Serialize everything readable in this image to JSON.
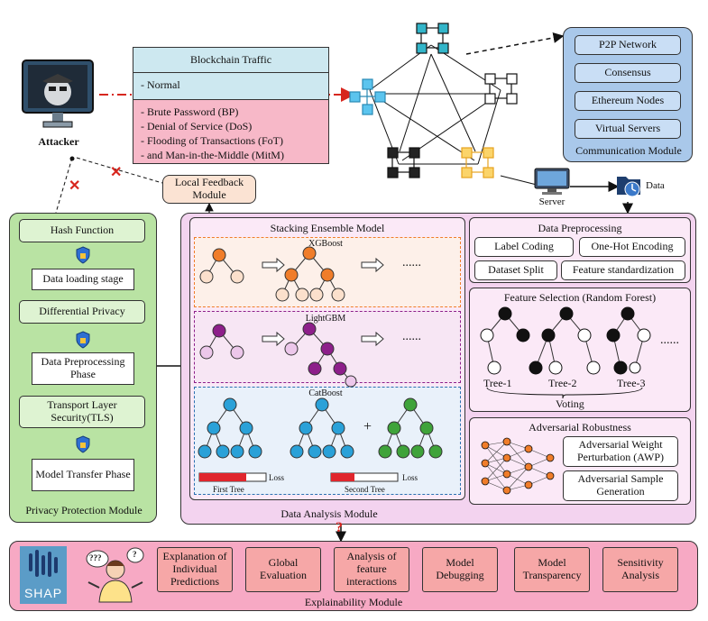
{
  "attacker": {
    "label": "Attacker"
  },
  "traffic": {
    "title": "Blockchain Traffic",
    "normal": "-   Normal",
    "attacks": [
      "-   Brute Password (BP)",
      "-   Denial of Service (DoS)",
      "-   Flooding of Transactions (FoT)",
      "-   and Man-in-the-Middle (MitM)"
    ]
  },
  "communication": {
    "title": "Communication Module",
    "items": [
      "P2P Network",
      "Consensus",
      "Ethereum Nodes",
      "Virtual Servers"
    ]
  },
  "server": {
    "label": "Server",
    "data_label": "Data"
  },
  "feedback": {
    "label": "Local Feedback Module"
  },
  "privacy": {
    "title": "Privacy Protection Module",
    "steps": [
      "Hash Function",
      "Data loading stage",
      "Differential Privacy",
      "Data Preprocessing Phase",
      "Transport Layer Security(TLS)",
      "Model Transfer Phase"
    ]
  },
  "analysis": {
    "title": "Data Analysis Module",
    "stacking": {
      "title": "Stacking Ensemble Model",
      "xgboost": "XGBoost",
      "lightgbm": "LightGBM",
      "catboost": "CatBoost",
      "dots": "......",
      "plus": "+",
      "loss": "Loss",
      "first_tree": "First Tree",
      "second_tree": "Second Tree"
    },
    "preprocessing": {
      "title": "Data Preprocessing",
      "items": [
        "Label Coding",
        "One-Hot Encoding",
        "Dataset Split",
        "Feature standardization"
      ]
    },
    "feature_selection": {
      "title": "Feature Selection (Random Forest)",
      "trees": [
        "Tree-1",
        "Tree-2",
        "Tree-3"
      ],
      "dots": "......",
      "voting": "Voting"
    },
    "adversarial": {
      "title": "Adversarial Robustness",
      "items": [
        "Adversarial Weight Perturbation (AWP)",
        "Adversarial Sample Generation"
      ]
    }
  },
  "question_mark": "?",
  "explainability": {
    "title": "Explainability Module",
    "shap": "SHAP",
    "bubble1": "???",
    "bubble2": "?",
    "items": [
      "Explanation of Individual Predictions",
      "Global Evaluation",
      "Analysis of feature interactions",
      "Model Debugging",
      "Model Transparency",
      "Sensitivity Analysis"
    ]
  },
  "colors": {
    "traffic_header": "#cde8f0",
    "traffic_attack": "#f7b8c8",
    "communication_bg": "#a9c8ea",
    "privacy_bg": "#b9e3a3",
    "analysis_bg": "#f3d3ef",
    "explain_bg": "#f7a9c4",
    "explain_item": "#f6a7a7",
    "feedback_bg": "#fbe3d3",
    "xgboost": "#f07d2a",
    "lightgbm": "#8d1f8a",
    "catboost_blue": "#2aa1d8",
    "catboost_green": "#3fa33a"
  }
}
